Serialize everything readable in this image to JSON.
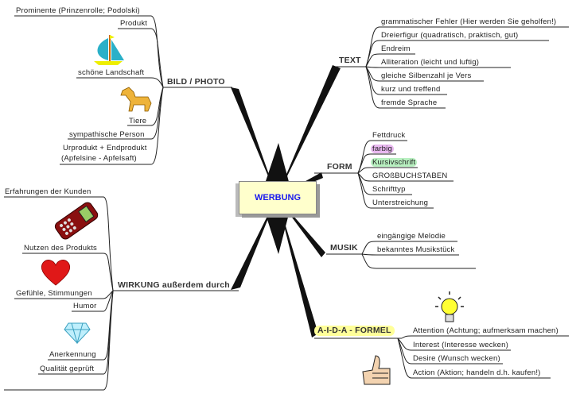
{
  "center": {
    "label": "WERBUNG"
  },
  "bild": {
    "label": "BILD / PHOTO",
    "items": [
      "Prominente (Prinzenrolle; Podolski)",
      "Produkt",
      "schöne Landschaft",
      "Tiere",
      "sympathische Person",
      "Urprodukt + Endprodukt",
      "(Apfelsine - Apfelsaft)"
    ]
  },
  "wirkung": {
    "label": "WIRKUNG außerdem durch",
    "items": [
      "Erfahrungen der Kunden",
      "Nutzen des Produkts",
      "Gefühle, Stimmungen",
      "Humor",
      "Anerkennung",
      "Qualität geprüft"
    ]
  },
  "text": {
    "label": "TEXT",
    "items": [
      "grammatischer Fehler (Hier werden Sie geholfen!)",
      "Dreierfigur (quadratisch, praktisch, gut)",
      "Endreim",
      "Alliteration (leicht und luftig)",
      "gleiche Silbenzahl je Vers",
      "kurz und treffend",
      "fremde Sprache"
    ]
  },
  "form": {
    "label": "FORM",
    "items": [
      "Fettdruck",
      "farbig",
      "Kursivschrift",
      "GROßBUCHSTABEN",
      "Schrifttyp",
      "Unterstreichung"
    ]
  },
  "musik": {
    "label": "MUSIK",
    "items": [
      "eingängige Melodie",
      "bekanntes Musikstück"
    ]
  },
  "aida": {
    "label": "A-I-D-A - FORMEL",
    "items": [
      "Attention (Achtung; aufmerksam machen)",
      "Interest (Interesse wecken)",
      "Desire (Wunsch wecken)",
      "Action (Aktion; handeln d.h. kaufen!)"
    ]
  },
  "colors": {
    "center_text": "#1a1aee",
    "center_bg": "#ffffcc",
    "farbig_bg": "#e9b8f0",
    "kursiv_bg": "#b8f0c0",
    "aida_bg": "#ffff99"
  }
}
